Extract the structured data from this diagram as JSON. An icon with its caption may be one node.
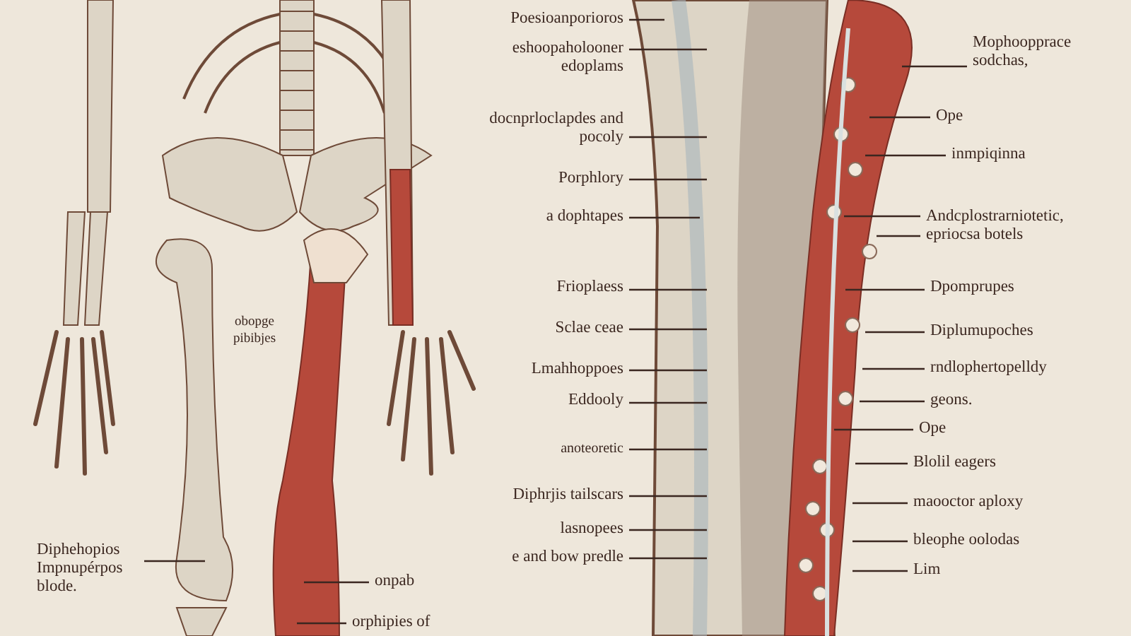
{
  "diagram": {
    "nodes": [
      {
        "text": [
          "Poesioanporioros"
        ]
      },
      {
        "text": [
          "eshoopaholooner edoplams"
        ]
      },
      {
        "text": [
          "docnprloclapdes and pocoly"
        ]
      },
      {
        "text": [
          "Porphlory"
        ]
      },
      {
        "text": [
          "a dophtapes"
        ]
      },
      {
        "text": [
          "Frioplaess"
        ]
      },
      {
        "text": [
          "Sclae ceae"
        ]
      },
      {
        "text": [
          "Lmahhoppoes"
        ]
      },
      {
        "text": [
          "Eddooly"
        ]
      },
      {
        "text": [
          "anoteoretic"
        ]
      },
      {
        "text": [
          "Diphrjis tailscars"
        ]
      },
      {
        "text": [
          "lasnopees"
        ]
      },
      {
        "text": [
          "e and bow predle"
        ]
      },
      {
        "text": [
          "Mophoopprace sodchas,"
        ]
      },
      {
        "text": [
          "Ope"
        ]
      },
      {
        "text": [
          "inmpiqinna"
        ]
      },
      {
        "text": [
          "Andcplostrarniotetic, epriocsa botels"
        ]
      },
      {
        "text": [
          "Dpomprupes"
        ]
      },
      {
        "text": [
          "Diplumupoches"
        ]
      },
      {
        "text": [
          "rndlophertopelldy"
        ]
      },
      {
        "text": [
          "geons."
        ]
      },
      {
        "text": [
          "Ope"
        ]
      },
      {
        "text": [
          "Blolil eagers"
        ]
      },
      {
        "text": [
          "maooctor aploxy"
        ]
      },
      {
        "text": [
          "bleophe oolodas"
        ]
      },
      {
        "text": [
          "Lim"
        ]
      },
      {
        "text": [
          "Diphehopios Impnupérpos blode."
        ]
      },
      {
        "text": [
          "onpab"
        ]
      },
      {
        "text": [
          "orphipies of"
        ]
      }
    ],
    "edges": [
      {
        "from": 0,
        "to": null,
        "arrow": "none"
      },
      {
        "from": 1,
        "to": null,
        "arrow": "none"
      },
      {
        "from": 2,
        "to": null,
        "arrow": "none"
      },
      {
        "from": 3,
        "to": null,
        "arrow": "none"
      },
      {
        "from": 4,
        "to": null,
        "arrow": "none"
      },
      {
        "from": 5,
        "to": null,
        "arrow": "none"
      },
      {
        "from": 6,
        "to": null,
        "arrow": "none"
      },
      {
        "from": 7,
        "to": null,
        "arrow": "none"
      },
      {
        "from": 8,
        "to": null,
        "arrow": "none"
      },
      {
        "from": 9,
        "to": null,
        "arrow": "none"
      },
      {
        "from": 10,
        "to": null,
        "arrow": "none"
      },
      {
        "from": 11,
        "to": null,
        "arrow": "none"
      },
      {
        "from": 12,
        "to": null,
        "arrow": "none"
      },
      {
        "from": 13,
        "to": null,
        "arrow": "none"
      },
      {
        "from": 14,
        "to": null,
        "arrow": "none"
      },
      {
        "from": 15,
        "to": null,
        "arrow": "none"
      },
      {
        "from": 16,
        "to": null,
        "arrow": "none"
      },
      {
        "from": 16,
        "to": null,
        "arrow": "none"
      },
      {
        "from": 17,
        "to": null,
        "arrow": "none"
      },
      {
        "from": 18,
        "to": null,
        "arrow": "none"
      },
      {
        "from": 19,
        "to": null,
        "arrow": "none"
      },
      {
        "from": 20,
        "to": null,
        "arrow": "none"
      },
      {
        "from": 21,
        "to": null,
        "arrow": "none"
      },
      {
        "from": 22,
        "to": null,
        "arrow": "none"
      },
      {
        "from": 23,
        "to": null,
        "arrow": "none"
      },
      {
        "from": 24,
        "to": null,
        "arrow": "none"
      },
      {
        "from": 25,
        "to": null,
        "arrow": "none"
      },
      {
        "from": 26,
        "to": null,
        "arrow": "none"
      },
      {
        "from": 27,
        "to": null,
        "arrow": "none"
      },
      {
        "from": 28,
        "to": null,
        "arrow": "none"
      }
    ],
    "labels": [
      "obopge pibibjes"
    ]
  }
}
